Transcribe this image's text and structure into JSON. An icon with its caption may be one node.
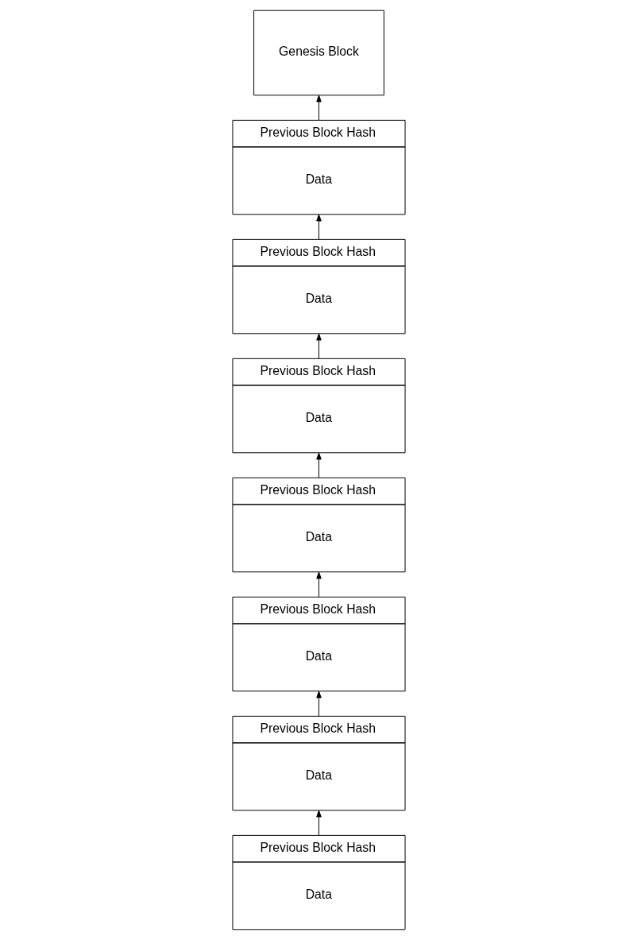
{
  "diagram": {
    "nodes": [
      {
        "text": [
          "Genesis Block"
        ]
      },
      {
        "text": [
          "Previous Block Hash",
          "Data"
        ]
      },
      {
        "text": [
          "Previous Block Hash",
          "Data"
        ]
      },
      {
        "text": [
          "Previous Block Hash",
          "Data"
        ]
      },
      {
        "text": [
          "Previous Block Hash",
          "Data"
        ]
      },
      {
        "text": [
          "Previous Block Hash",
          "Data"
        ]
      },
      {
        "text": [
          "Previous Block Hash",
          "Data"
        ]
      },
      {
        "text": [
          "Previous Block Hash",
          "Data"
        ]
      }
    ],
    "edges": [
      {
        "from": 1,
        "to": 0,
        "arrow": "to"
      },
      {
        "from": 2,
        "to": 1,
        "arrow": "to"
      },
      {
        "from": 3,
        "to": 2,
        "arrow": "to"
      },
      {
        "from": 4,
        "to": 3,
        "arrow": "to"
      },
      {
        "from": 5,
        "to": 4,
        "arrow": "to"
      },
      {
        "from": 6,
        "to": 5,
        "arrow": "to"
      },
      {
        "from": 7,
        "to": 6,
        "arrow": "to"
      }
    ]
  }
}
